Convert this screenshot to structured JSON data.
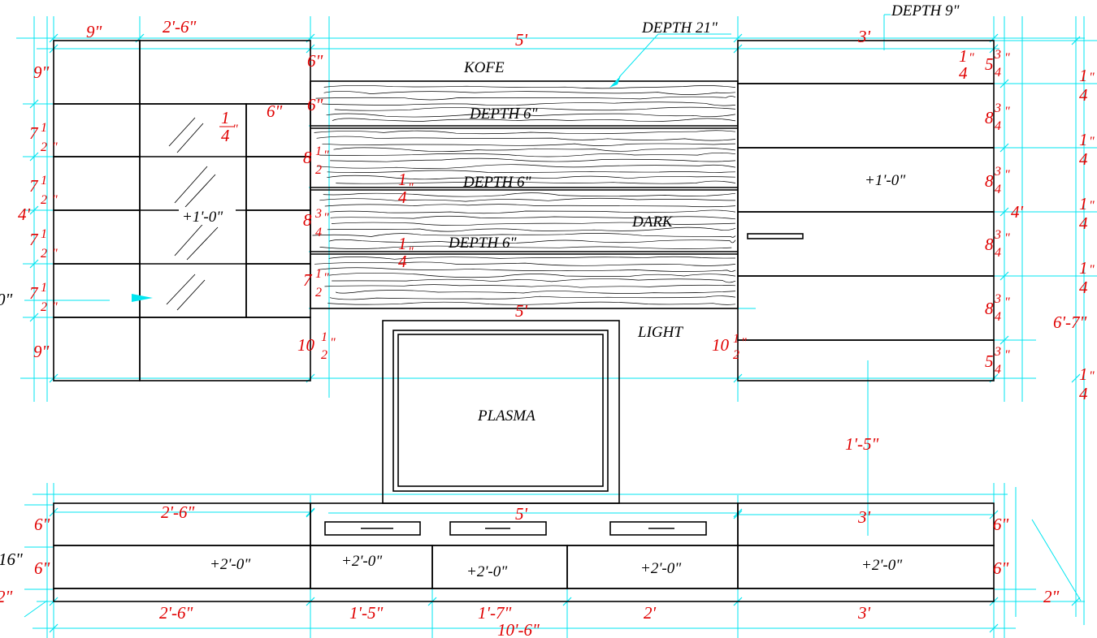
{
  "colors": {
    "dimension_text": "#e00000",
    "dimension_line": "#00e5f0",
    "object_line": "#000000",
    "background": "#ffffff"
  },
  "labels": {
    "depth_21": "DEPTH 21\"",
    "depth_9": "DEPTH 9\"",
    "kofe": "KOFE",
    "depth_6_a": "DEPTH 6\"",
    "depth_6_b": "DEPTH 6\"",
    "depth_6_c": "DEPTH 6\"",
    "dark": "DARK",
    "light": "LIGHT",
    "plasma": "PLASMA",
    "level_left": "+1'-0\"",
    "level_right": "+1'-0\"",
    "base_1": "+2'-0\"",
    "base_2": "+2'-0\"",
    "base_3": "+2'-0\"",
    "base_4": "+2'-0\"",
    "base_5": "+2'-0\""
  },
  "dims": {
    "top_9": "9\"",
    "top_2_6": "2'-6\"",
    "top_5": "5'",
    "top_3": "3'",
    "left_9_top": "9\"",
    "left_7h_1": "7",
    "left_7h_2": "7",
    "left_7h_3": "7",
    "left_7h_4": "7",
    "left_4": "4'",
    "left_9_bot": "9\"",
    "left_cut": "0\"",
    "cen_6a": "6\"",
    "cen_6b": "6\"",
    "cen_6c": "6\"",
    "cen_8h_1": "8",
    "cen_8h_2": "8",
    "cen_7h": "7",
    "cen_10h": "10",
    "mid_5_bot": "5'",
    "cen_1q_1": "1",
    "cen_1q_2": "1",
    "right_8h_1": "8",
    "right_8h_2": "8",
    "right_8h_3": "8",
    "right_8h_4": "8",
    "right_5h_1": "5",
    "right_5h_2": "5",
    "right_10h": "10",
    "right_4": "4'",
    "right_6_7": "6'-7\"",
    "right_1_5": "1'-5\"",
    "half": "1",
    "half_den": "2",
    "quarter_num": "1",
    "quarter_den": "4",
    "three": "3",
    "base_2_6": "2'-6\"",
    "base_5": "5'",
    "base_3": "3'",
    "base_6_1": "6\"",
    "base_6_2": "6\"",
    "base_6_3": "6\"",
    "base_6_4": "6\"",
    "base_16": "16\"",
    "base_2_l": "2\"",
    "base_2_r": "2\"",
    "bot_2_6": "2'-6\"",
    "bot_1_5": "1'-5\"",
    "bot_1_7": "1'-7\"",
    "bot_2": "2'",
    "bot_3": "3'",
    "overall": "10'-6\""
  }
}
